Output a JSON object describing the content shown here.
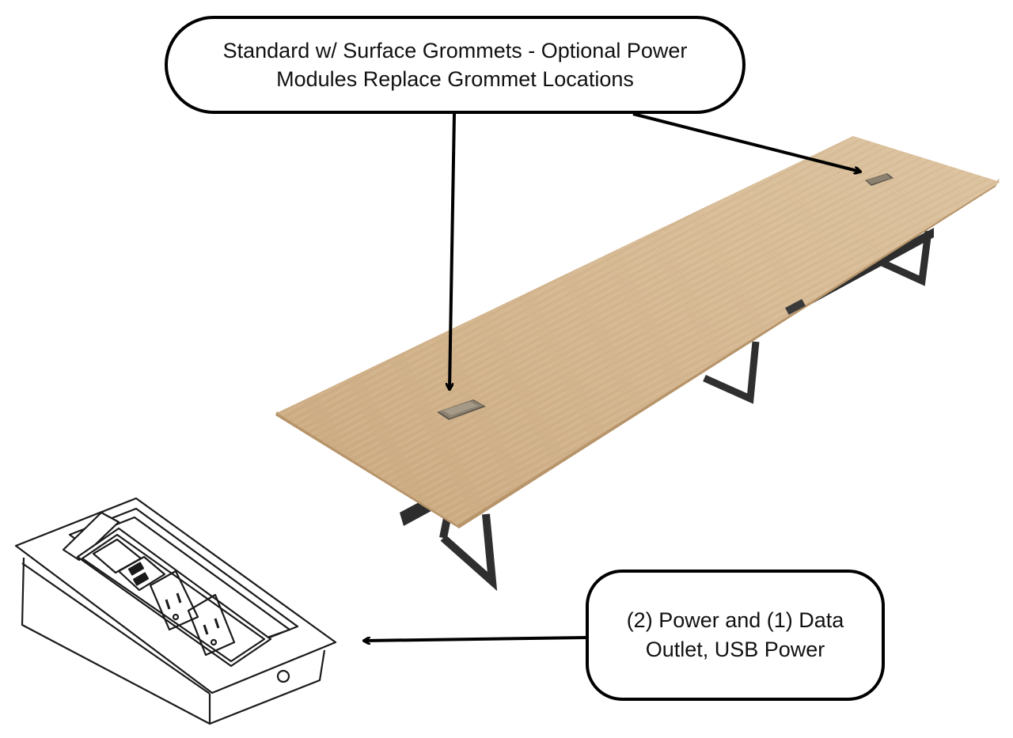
{
  "callouts": {
    "grommets": {
      "line1": "Standard w/ Surface Grommets - Optional Power",
      "line2": "Modules Replace Grommet Locations"
    },
    "power_module": {
      "line1": "(2) Power and (1) Data",
      "line2": "Outlet, USB Power"
    }
  },
  "colors": {
    "wood_top": "#d2b48e",
    "wood_edge": "#b7946a",
    "frame": "#2f2f2f",
    "grommet": "#8d8270",
    "line": "#000000"
  },
  "icons": [
    "arrow-icon",
    "conference-table-illustration",
    "power-module-illustration"
  ]
}
